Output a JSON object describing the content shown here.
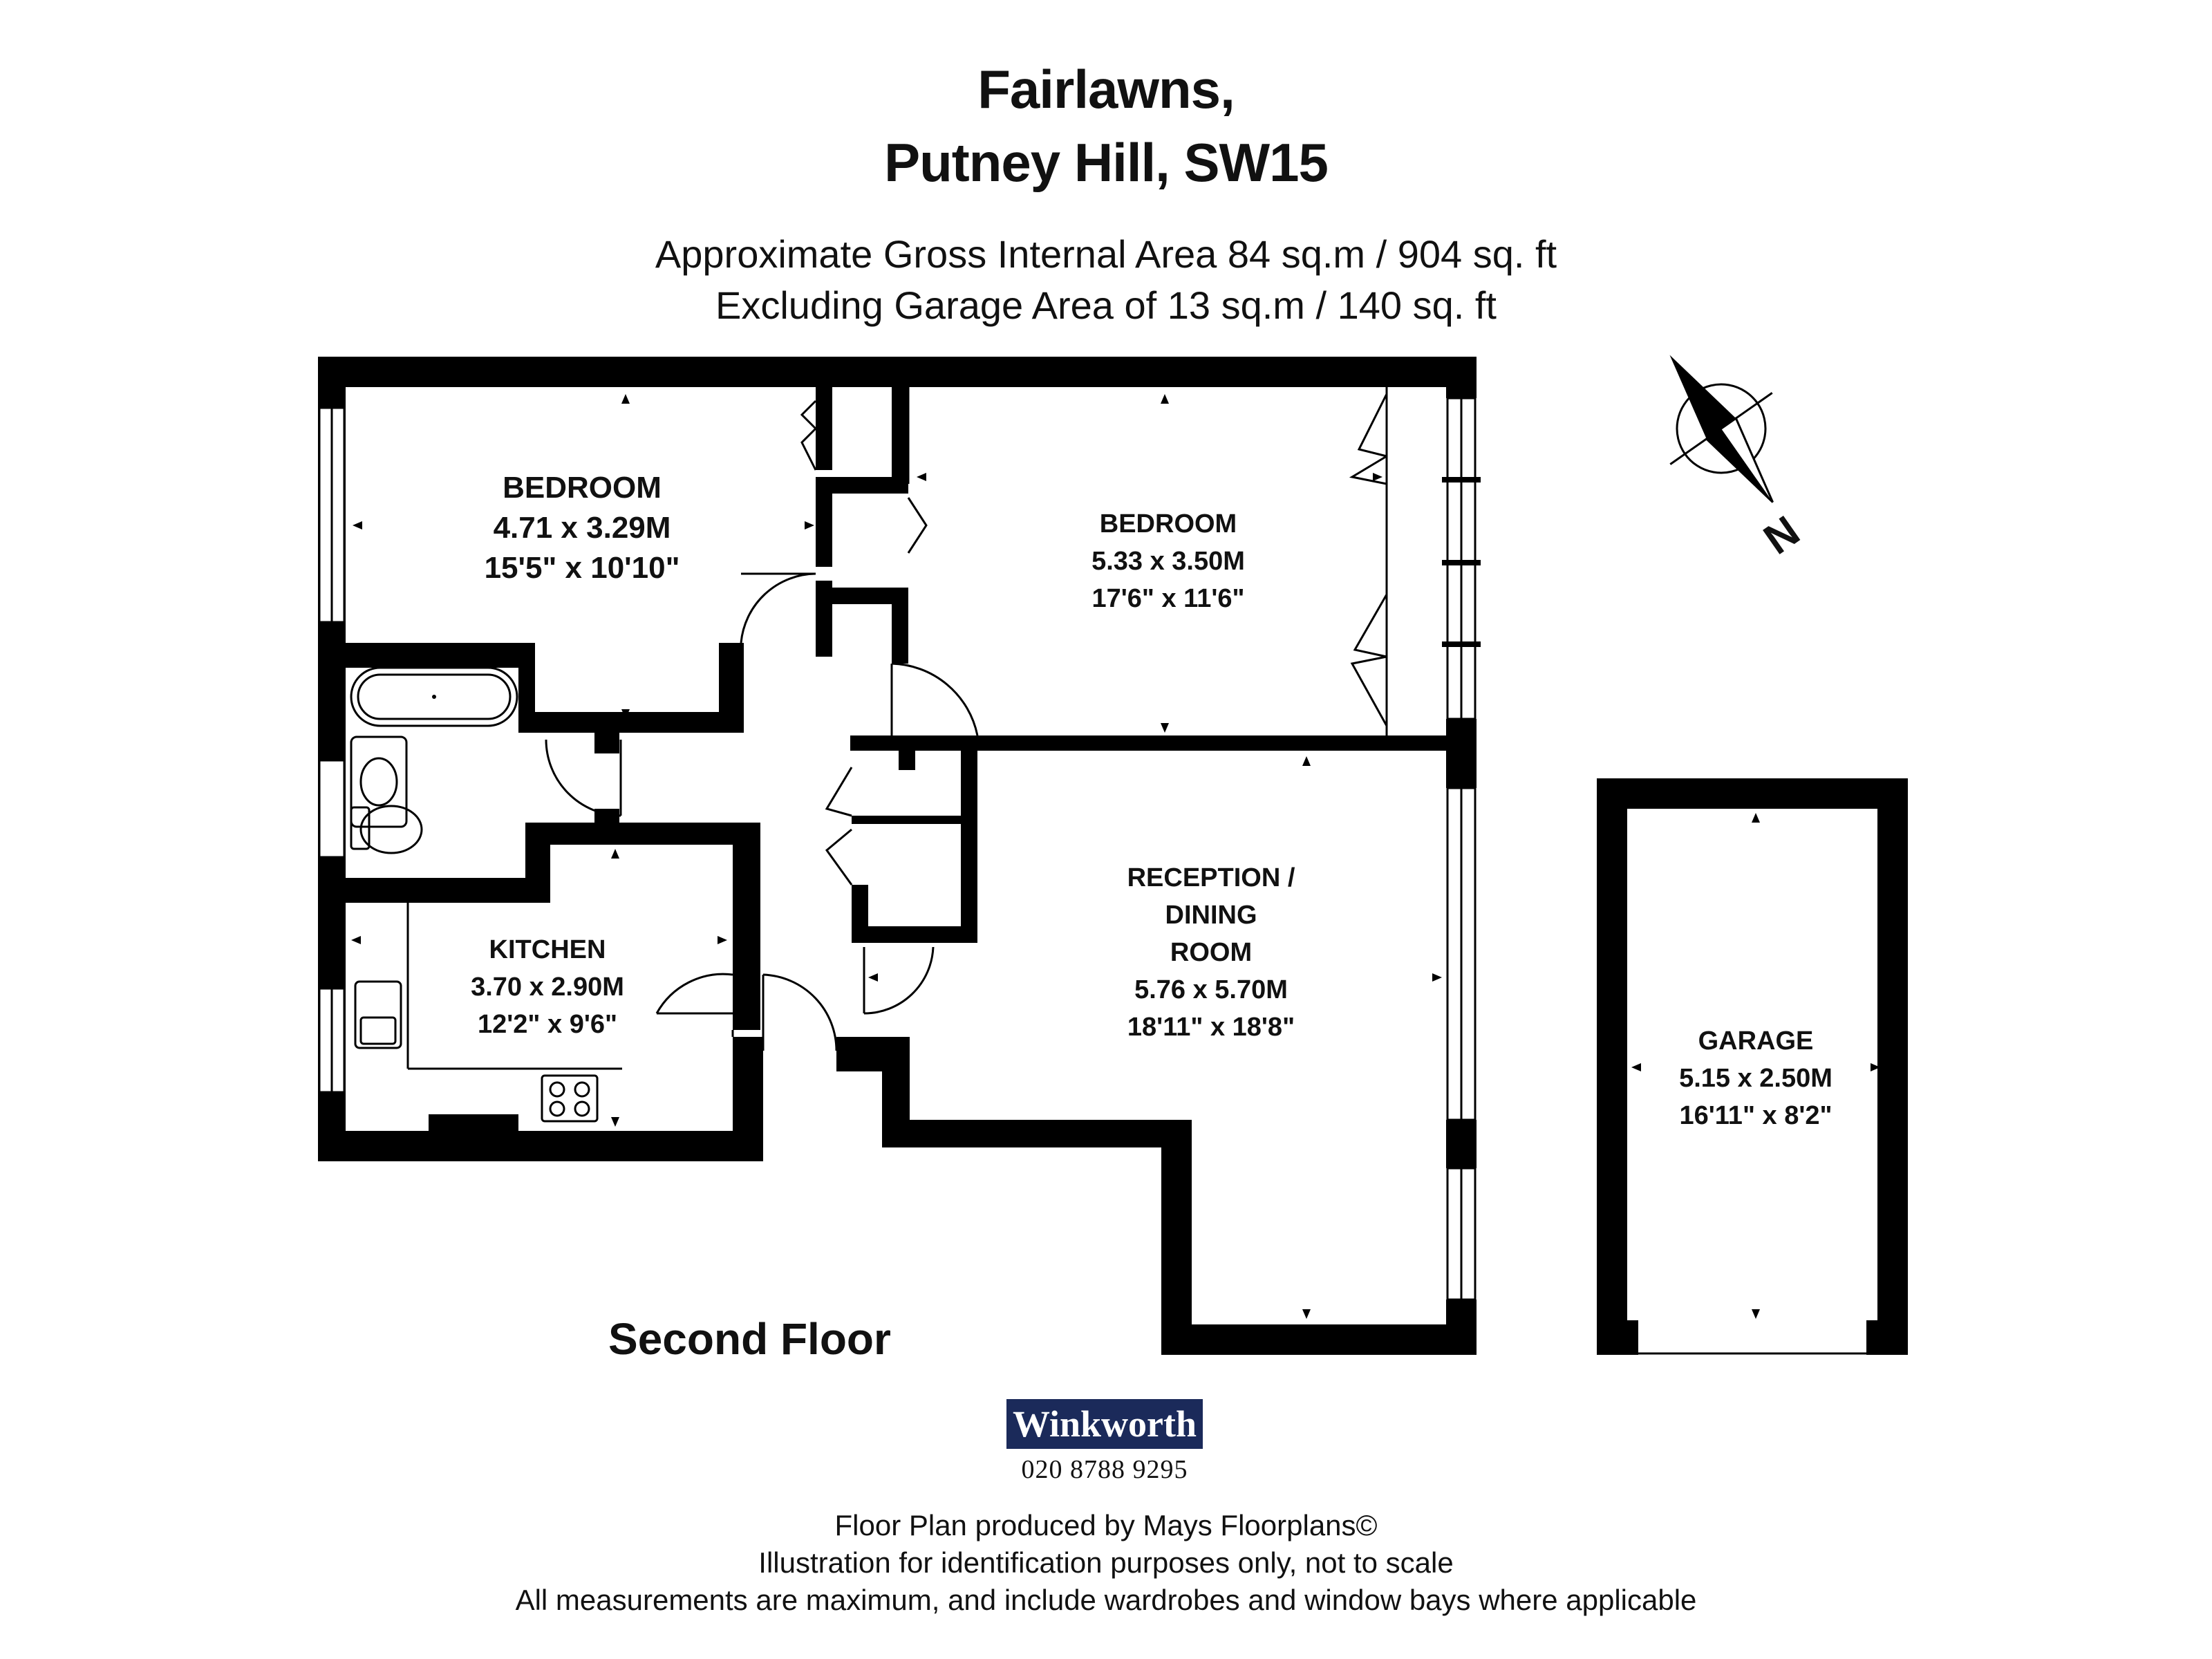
{
  "header": {
    "title_line1": "Fairlawns,",
    "title_line2": "Putney Hill, SW15",
    "area_line1": "Approximate Gross Internal Area 84 sq.m  /  904 sq. ft",
    "area_line2": "Excluding Garage Area of 13 sq.m  /  140 sq. ft"
  },
  "compass": {
    "label": "N"
  },
  "rooms": {
    "bedroom1": {
      "name": "BEDROOM",
      "metric": "4.71 x 3.29M",
      "imperial": "15'5\" x 10'10\""
    },
    "bedroom2": {
      "name": "BEDROOM",
      "metric": "5.33 x 3.50M",
      "imperial": "17'6\" x 11'6\""
    },
    "kitchen": {
      "name": "KITCHEN",
      "metric": "3.70 x 2.90M",
      "imperial": "12'2\" x 9'6\""
    },
    "reception": {
      "name_line1": "RECEPTION /",
      "name_line2": "DINING",
      "name_line3": "ROOM",
      "metric": "5.76 x 5.70M",
      "imperial": "18'11\" x 18'8\""
    },
    "garage": {
      "name": "GARAGE",
      "metric": "5.15 x 2.50M",
      "imperial": "16'11\" x 8'2\""
    }
  },
  "floor_name": "Second Floor",
  "agent": {
    "name": "Winkworth",
    "phone": "020 8788 9295",
    "brand_color": "#1b2a5a"
  },
  "footer": {
    "line1": "Floor Plan produced by Mays Floorplans©",
    "line2": "Illustration for identification purposes only, not to scale",
    "line3": "All measurements are maximum, and include wardrobes and window bays where applicable"
  }
}
